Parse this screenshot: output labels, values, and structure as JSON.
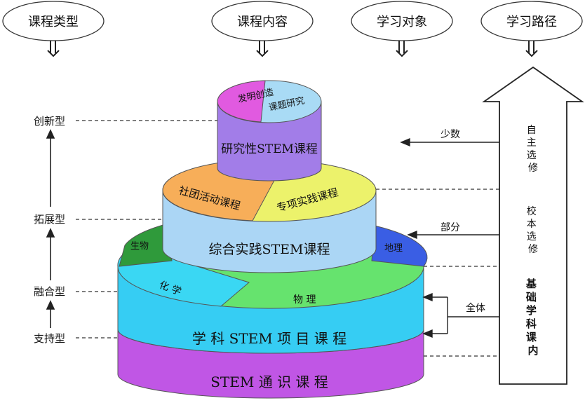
{
  "headers": {
    "course_type": "课程类型",
    "course_content": "课程内容",
    "learners": "学习对象",
    "learning_path": "学习路径"
  },
  "levels": {
    "innovative": "创新型",
    "extended": "拓展型",
    "integrated": "融合型",
    "supporting": "支持型"
  },
  "courses": {
    "invention": "发明创造",
    "topic_research": "课题研究",
    "research_stem": "研究性STEM课程",
    "club_activity": "社团活动课程",
    "special_practice": "专项实践课程",
    "comprehensive_stem": "综合实践STEM课程",
    "biology": "生物",
    "geography": "地理",
    "chemistry": "化 学",
    "physics": "物 理",
    "subject_stem": "学 科 STEM 项 目 课 程",
    "general_stem": "STEM 通 识 课 程"
  },
  "learners": {
    "few": "少数",
    "some": "部分",
    "all": "全体"
  },
  "paths": {
    "self_elective": "自主选修",
    "school_elective": "校本选修",
    "basic_subject": "基础学科课内"
  },
  "colors": {
    "top_purple": "#a27de8",
    "invention_pink": "#e15ae0",
    "research_blue": "#a9dbf5",
    "club_orange": "#f7ae59",
    "practice_yellow": "#ecf26b",
    "middle_blue": "#abd6f5",
    "biology_green": "#2f9a3b",
    "geography_blue": "#3a5ee4",
    "chemistry_cyan": "#3ad7f3",
    "physics_green": "#66e36e",
    "subject_cyan": "#36cdf3",
    "general_magenta": "#c056e5"
  }
}
